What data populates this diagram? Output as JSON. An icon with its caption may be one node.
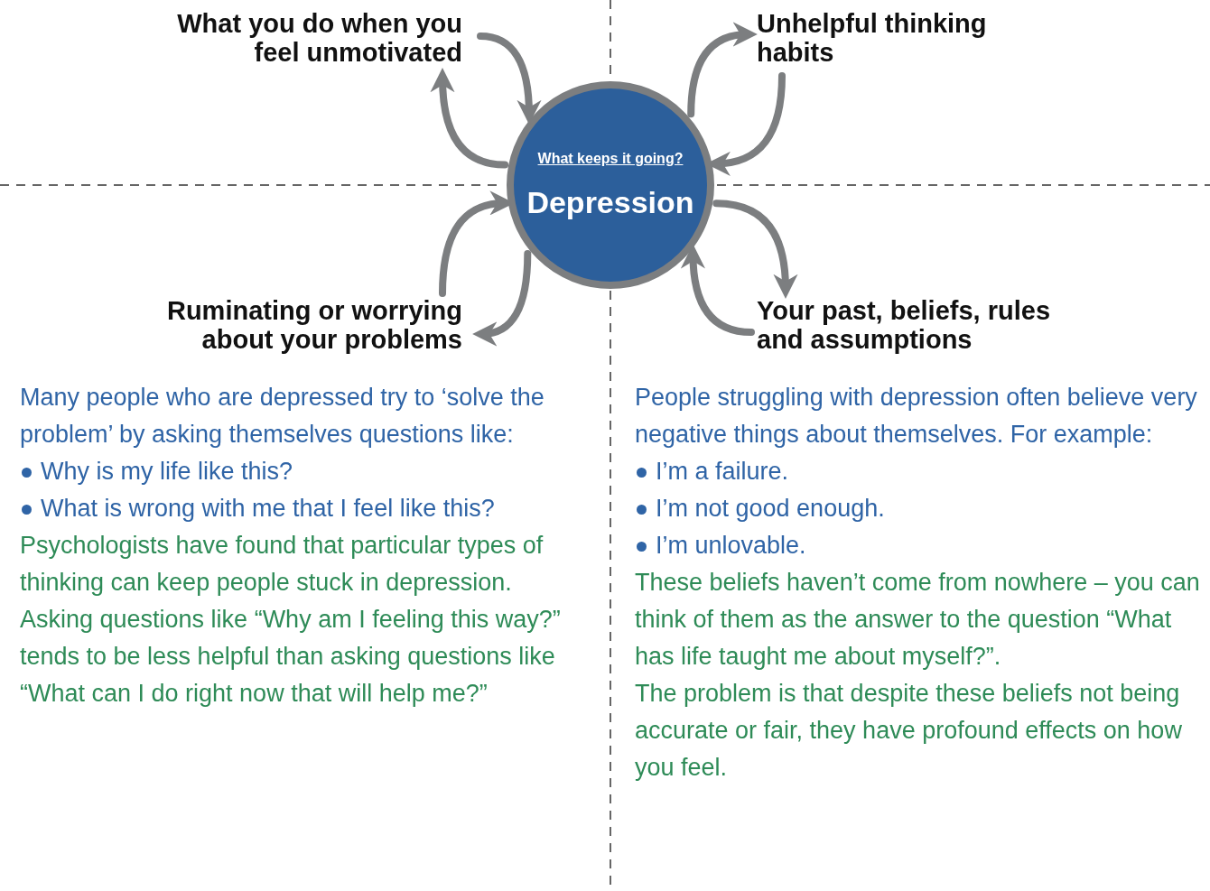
{
  "diagram": {
    "nodes": [
      {
        "text": [
          "What keeps it going?",
          "Depression"
        ]
      },
      {
        "text": [
          "What you do when you feel unmotivated"
        ]
      },
      {
        "text": [
          "Unhelpful thinking habits"
        ]
      },
      {
        "text": [
          "Ruminating or worrying about your problems"
        ]
      },
      {
        "text": [
          "Your past, beliefs, rules and assumptions"
        ]
      }
    ],
    "edges": [
      {
        "from": 1,
        "to": 0,
        "arrow": "to"
      },
      {
        "from": 0,
        "to": 1,
        "arrow": "to"
      },
      {
        "from": 2,
        "to": 0,
        "arrow": "to"
      },
      {
        "from": 0,
        "to": 2,
        "arrow": "to"
      },
      {
        "from": 3,
        "to": 0,
        "arrow": "to"
      },
      {
        "from": 0,
        "to": 3,
        "arrow": "to"
      },
      {
        "from": 0,
        "to": 4,
        "arrow": "to"
      },
      {
        "from": 4,
        "to": 0,
        "arrow": "to"
      }
    ],
    "labels": [
      "Many people who are depressed try to ‘solve the problem’ by asking themselves questions like:",
      "Why is my life like this?",
      "What is wrong with me that I feel like this?",
      "Psychologists have found that particular types of thinking can keep people stuck in depression. Asking questions like “Why am I feeling this way?” tends to be less helpful than asking questions like “What can I do right now that will help me?”",
      "People struggling with depression often believe very negative things about themselves. For example:",
      "I’m a failure.",
      "I’m not good enough.",
      "I’m unlovable.",
      "These beliefs haven’t come from nowhere – you can think of them as the answer to the question “What has life taught me about myself?”.",
      "The problem is that despite these beliefs not being accurate or fair, they have profound effects on how you feel."
    ]
  }
}
